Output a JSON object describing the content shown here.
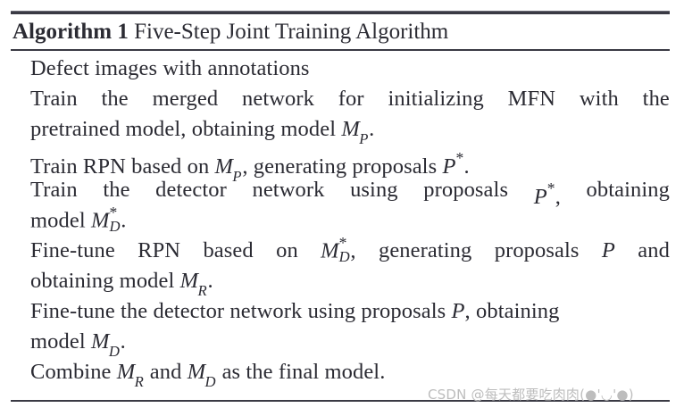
{
  "document": {
    "type": "algorithm-block",
    "background_color": "#ffffff",
    "text_color": "#2b2b33",
    "rule_color": "#3a3a44"
  },
  "header": {
    "label": "Algorithm 1",
    "title": "Five-Step Joint Training Algorithm"
  },
  "body": {
    "lines": [
      {
        "id": "line-1",
        "justified": false,
        "text": "Defect images with annotations",
        "words": [
          "Defect images with annotations"
        ]
      },
      {
        "id": "line-2",
        "justified": true,
        "text": "Train the merged network for initializing MFN with the",
        "words": [
          "Train",
          "the",
          "merged",
          "network",
          "for",
          "initializing",
          "MFN",
          "with",
          "the"
        ]
      },
      {
        "id": "line-3",
        "justified": false,
        "text": "pretrained model, obtaining model M_P .",
        "prefix": "pretrained model, obtaining model ",
        "math": {
          "base": "M",
          "sub": "P",
          "sup": ""
        },
        "suffix": "."
      },
      {
        "id": "line-4",
        "justified": false,
        "text": "Train RPN based on M_P , generating proposals P* .",
        "prefix": "Train RPN based on ",
        "math": {
          "base": "M",
          "sub": "P",
          "sup": ""
        },
        "middle": ", generating proposals ",
        "math2": {
          "base": "P",
          "sub": "",
          "sup": "*"
        },
        "suffix": "."
      },
      {
        "id": "line-5",
        "justified": true,
        "text": "Train the detector network using proposals P*, obtaining",
        "words": [
          "Train",
          "the",
          "detector",
          "network",
          "using",
          "proposals",
          "P*,",
          "obtaining"
        ]
      },
      {
        "id": "line-6",
        "justified": false,
        "text": "model M*_D .",
        "prefix": "model ",
        "math": {
          "base": "M",
          "sub": "D",
          "sup": "*"
        },
        "suffix": "."
      },
      {
        "id": "line-7",
        "justified": true,
        "text": "Fine-tune RPN based on M*_D, generating proposals P and",
        "words": [
          "Fine-tune",
          "RPN",
          "based",
          "on",
          "M*_D,",
          "generating",
          "proposals",
          "P",
          "and"
        ]
      },
      {
        "id": "line-8",
        "justified": false,
        "text": "obtaining model M_R .",
        "prefix": "obtaining model ",
        "math": {
          "base": "M",
          "sub": "R",
          "sup": ""
        },
        "suffix": "."
      },
      {
        "id": "line-9",
        "justified": false,
        "text": "Fine-tune the detector network using proposals P, obtaining",
        "prefix": "Fine-tune the detector network using proposals ",
        "math": {
          "base": "P",
          "sub": "",
          "sup": ""
        },
        "suffix": ", obtaining"
      },
      {
        "id": "line-10",
        "justified": false,
        "text": "model M_D .",
        "prefix": "model ",
        "math": {
          "base": "M",
          "sub": "D",
          "sup": ""
        },
        "suffix": "."
      },
      {
        "id": "line-11",
        "justified": false,
        "text": "Combine M_R and M_D as the final model.",
        "prefix": "Combine ",
        "math": {
          "base": "M",
          "sub": "R",
          "sup": ""
        },
        "middle": " and ",
        "math2": {
          "base": "M",
          "sub": "D",
          "sup": ""
        },
        "suffix": " as the final model."
      }
    ]
  },
  "watermark": {
    "text": "CSDN @每天都要吃肉肉(●'◡'●)",
    "color": "#bdbdbd"
  }
}
